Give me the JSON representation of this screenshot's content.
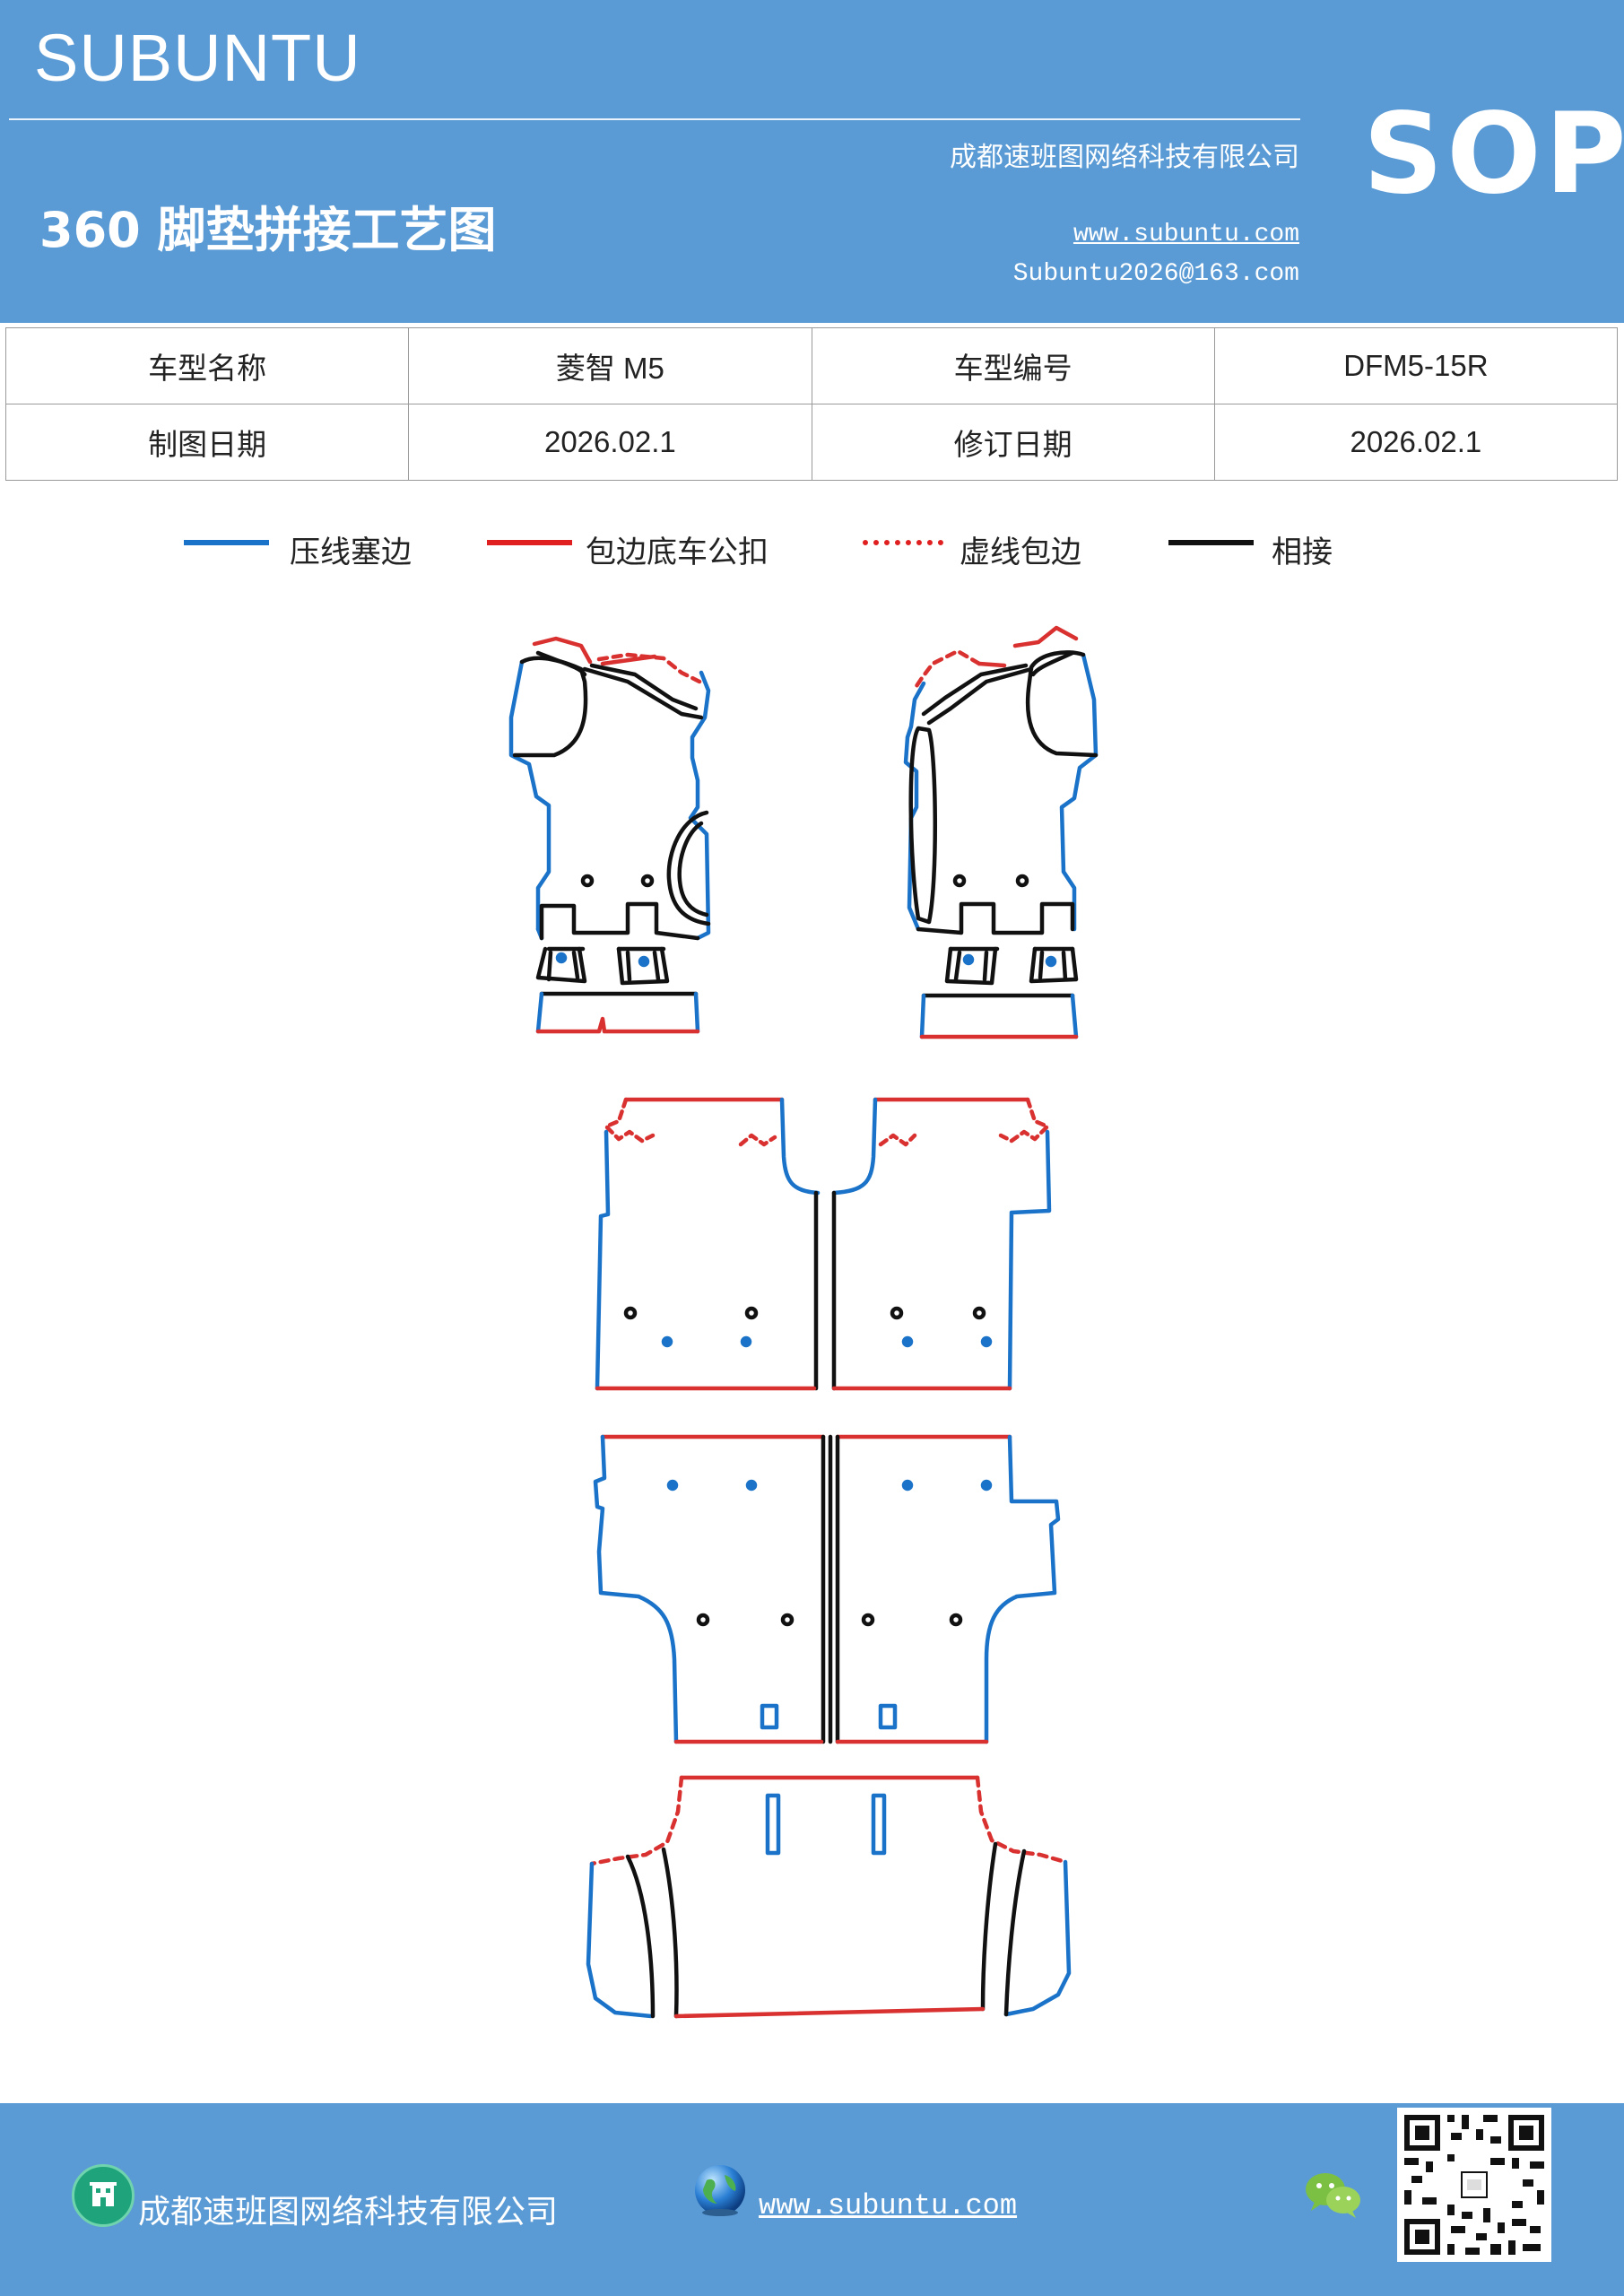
{
  "header": {
    "brand": "SUBUNTU",
    "title": "360 脚垫拼接工艺图",
    "company": "成都速班图网络科技有限公司",
    "website": "www.subuntu.com",
    "email": "Subuntu2026@163.com",
    "badge": "SOP"
  },
  "info_table": {
    "model_name_label": "车型名称",
    "model_name_value": "菱智 M5",
    "model_code_label": "车型编号",
    "model_code_value": "DFM5-15R",
    "draw_date_label": "制图日期",
    "draw_date_value": "2026.02.1",
    "revise_date_label": "修订日期",
    "revise_date_value": "2026.02.1"
  },
  "legend": [
    {
      "label": "压线塞边",
      "color": "#1a73c8",
      "style": "solid"
    },
    {
      "label": "包边底车公扣",
      "color": "#e02020",
      "style": "solid"
    },
    {
      "label": "虚线包边",
      "color": "#e02020",
      "style": "dotted"
    },
    {
      "label": "相接",
      "color": "#111111",
      "style": "solid"
    }
  ],
  "colors": {
    "header_bg": "#5b9bd5",
    "blue_line": "#1a73c8",
    "red_line": "#d93030",
    "black_line": "#111111"
  },
  "footer": {
    "company": "成都速班图网络科技有限公司",
    "website": "www.subuntu.com",
    "icons": [
      "building-icon",
      "globe-icon",
      "wechat-icon",
      "qr-code"
    ]
  }
}
